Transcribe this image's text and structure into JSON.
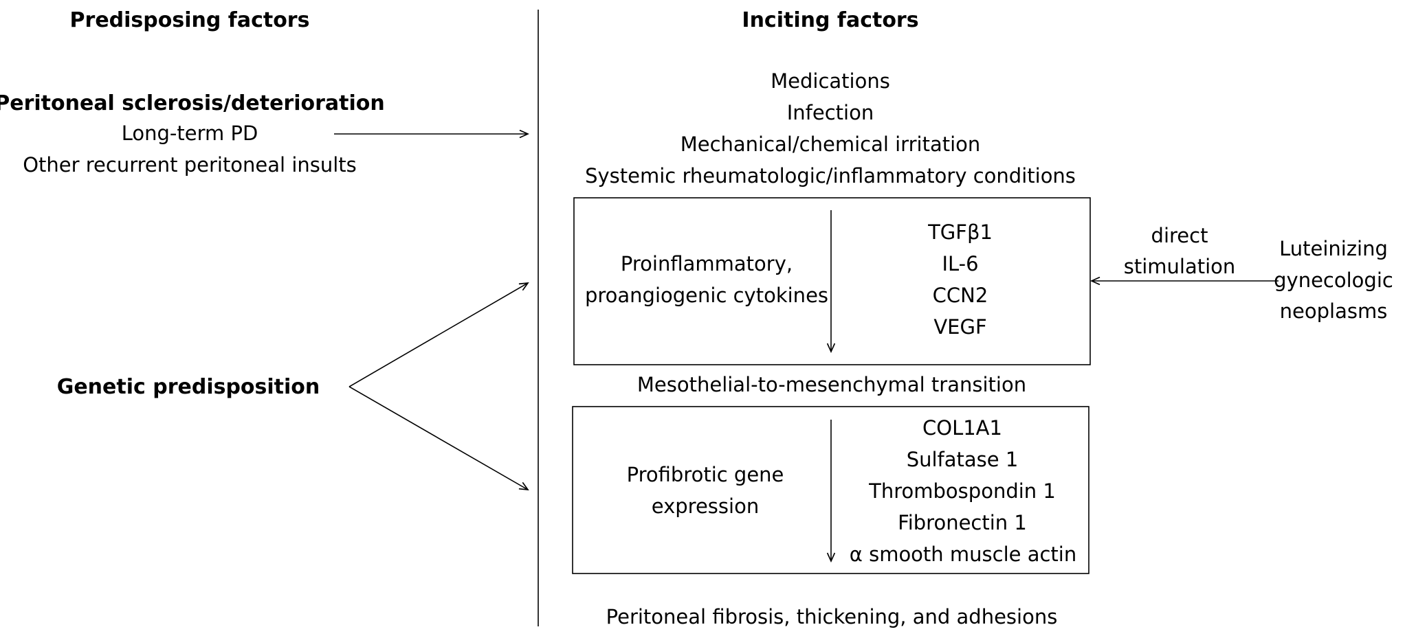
{
  "headings": {
    "left": "Predisposing factors",
    "right": "Inciting factors"
  },
  "predisposing": {
    "sclerosis": {
      "title": "Peritoneal sclerosis/deterioration",
      "items": [
        "Long-term PD",
        "Other recurrent peritoneal insults"
      ]
    },
    "genetic": "Genetic predisposition"
  },
  "inciting": {
    "items": [
      "Medications",
      "Infection",
      "Mechanical/chemical irritation",
      "Systemic rheumatologic/inflammatory conditions"
    ]
  },
  "box1": {
    "label": [
      "Proinflammatory,",
      "proangiogenic cytokines"
    ],
    "items": [
      "TGFβ1",
      "IL-6",
      "CCN2",
      "VEGF"
    ]
  },
  "emt": "Mesothelial-to-mesenchymal transition",
  "box2": {
    "label": [
      "Profibrotic gene",
      "expression"
    ],
    "items": [
      "COL1A1",
      "Sulfatase 1",
      "Thrombospondin 1",
      "Fibronectin 1",
      "α smooth muscle actin"
    ]
  },
  "outcome": "Peritoneal fibrosis, thickening, and adhesions",
  "direct_stimulation": [
    "direct",
    "stimulation"
  ],
  "luteinizing": [
    "Luteinizing",
    "gynecologic",
    "neoplasms"
  ]
}
